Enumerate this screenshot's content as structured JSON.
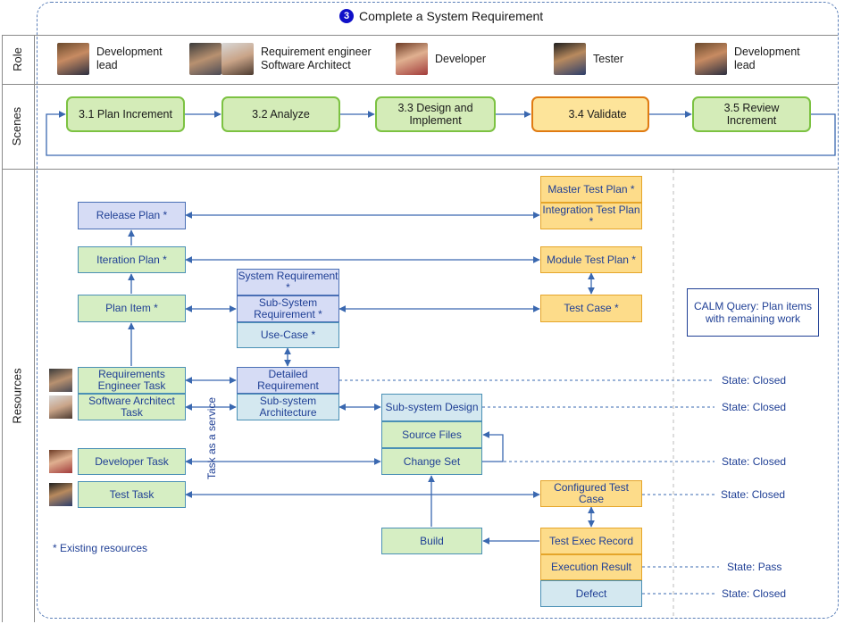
{
  "header": {
    "step_number": "3",
    "title": "Complete a System Requirement"
  },
  "bands": {
    "role": "Role",
    "scenes": "Scenes",
    "resources": "Resources"
  },
  "roles": [
    {
      "lines": [
        "Development",
        "lead"
      ]
    },
    {
      "lines": [
        "Requirement engineer",
        "Software Architect"
      ]
    },
    {
      "lines": [
        "Developer"
      ]
    },
    {
      "lines": [
        "Tester"
      ]
    },
    {
      "lines": [
        "Development",
        "lead"
      ]
    }
  ],
  "scenes": [
    {
      "label": "3.1  Plan Increment"
    },
    {
      "label": "3.2  Analyze"
    },
    {
      "label": "3.3  Design and Implement"
    },
    {
      "label": "3.4  Validate",
      "active": true
    },
    {
      "label": "3.5  Review Increment"
    }
  ],
  "resources": {
    "release_plan": "Release Plan *",
    "iteration_plan": "Iteration Plan *",
    "plan_item": "Plan Item *",
    "system_requirement": "System Requirement *",
    "subsystem_requirement": "Sub-System Requirement *",
    "use_case": "Use-Case *",
    "detailed_requirement": "Detailed Requirement",
    "subsystem_architecture": "Sub-system Architecture",
    "req_engineer_task": "Requirements Engineer Task",
    "sw_architect_task": "Software Architect Task",
    "developer_task": "Developer Task",
    "test_task": "Test Task",
    "subsystem_design": "Sub-system Design",
    "source_files": "Source Files",
    "change_set": "Change Set",
    "build": "Build",
    "master_test_plan": "Master Test Plan *",
    "integration_test_plan": "Integration Test Plan *",
    "module_test_plan": "Module Test Plan *",
    "test_case": "Test Case *",
    "configured_test_case": "Configured Test Case",
    "test_exec_record": "Test Exec Record",
    "execution_result": "Execution Result",
    "defect": "Defect",
    "task_as_service": "Task as a service",
    "existing_note": "* Existing resources",
    "calm_query": "CALM Query: Plan items with remaining work"
  },
  "states": [
    "State: Closed",
    "State: Closed",
    "State: Closed",
    "State: Closed",
    "State: Pass",
    "State: Closed"
  ],
  "colors": {
    "scene_green": "#d4ecb8",
    "scene_active": "#fde49a",
    "resource_text": "#1f3f95",
    "frame": "#5b7fb8"
  }
}
